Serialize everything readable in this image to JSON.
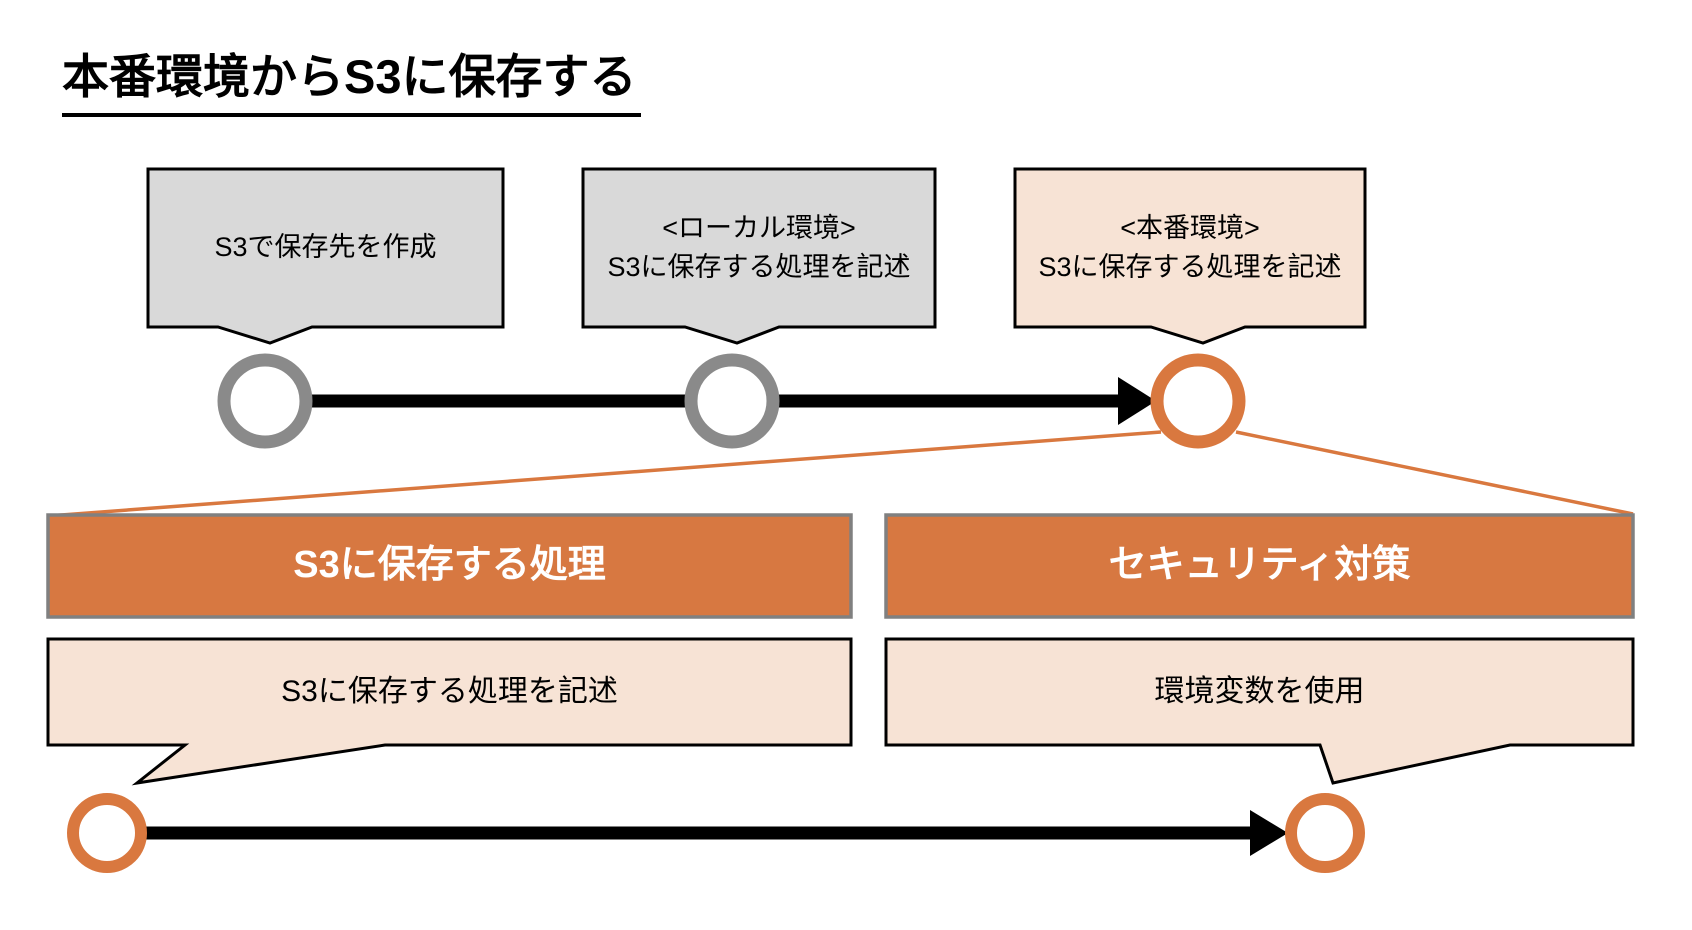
{
  "title": "本番環境からS3に保存する",
  "colors": {
    "orange": "#D77841",
    "orange_stroke": "#D9783F",
    "peach": "#F7E3D5",
    "gray_fill": "#D9D9D9",
    "gray_ring": "#8A8A8A",
    "bar_border": "#808080",
    "black": "#000000",
    "white": "#FFFFFF"
  },
  "timeline_top": {
    "steps": [
      {
        "env": "",
        "label": "S3で保存先を作成",
        "style": "gray"
      },
      {
        "env": "<ローカル環境>",
        "label": "S3に保存する処理を記述",
        "style": "gray"
      },
      {
        "env": "<本番環境>",
        "label": "S3に保存する処理を記述",
        "style": "peach"
      }
    ]
  },
  "detail": {
    "sections": [
      {
        "header": "S3に保存する処理",
        "note": "S3に保存する処理を記述"
      },
      {
        "header": "セキュリティ対策",
        "note": "環境変数を使用"
      }
    ]
  }
}
